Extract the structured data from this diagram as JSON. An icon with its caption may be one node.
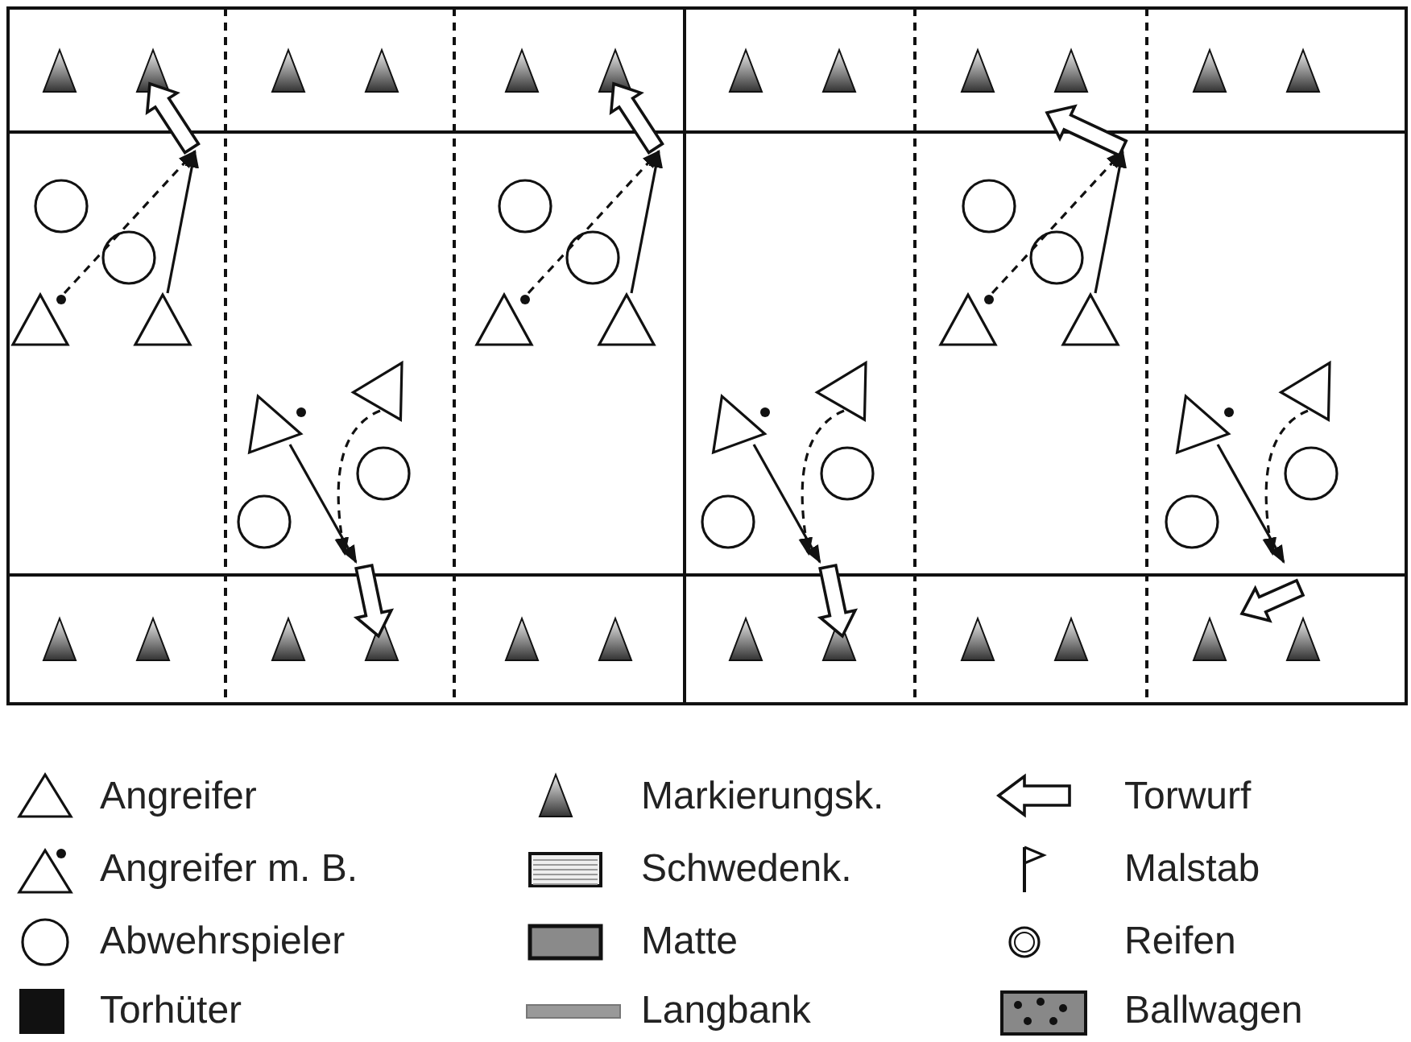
{
  "diagram": {
    "legend": [
      {
        "text": "Angreifer"
      },
      {
        "text": "Markierungsk."
      },
      {
        "text": "Torwurf"
      },
      {
        "text": "Angreifer m. B."
      },
      {
        "text": "Schwedenk."
      },
      {
        "text": "Malstab"
      },
      {
        "text": "Abwehrspieler"
      },
      {
        "text": "Matte",
        "color": "#8a8a8a"
      },
      {
        "text": "Reifen"
      },
      {
        "text": "Torhüter",
        "color": "#111111"
      },
      {
        "text": "Langbank"
      },
      {
        "text": "Ballwagen"
      }
    ]
  }
}
